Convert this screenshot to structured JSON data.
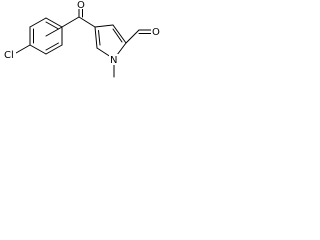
{
  "molecule": {
    "atoms": {
      "chlorine": "Cl",
      "carbonyl_oxygen": "O",
      "pyrrole_nitrogen": "N",
      "aldehyde_oxygen": "O"
    }
  }
}
